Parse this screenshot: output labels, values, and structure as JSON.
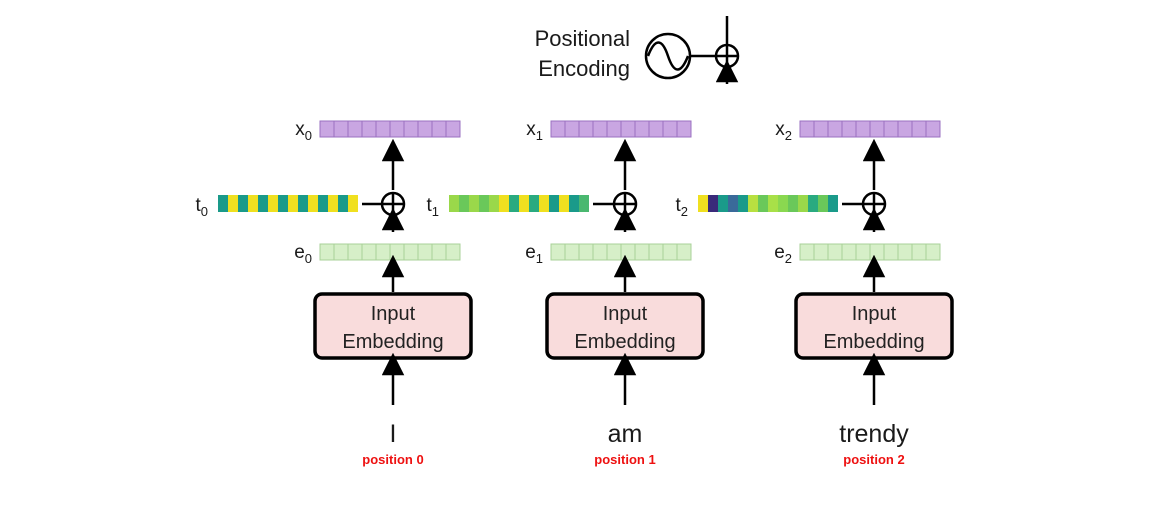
{
  "legend": {
    "line1": "Positional",
    "line2": "Encoding"
  },
  "columns": [
    {
      "x_label": "x",
      "x_sub": "0",
      "t_label": "t",
      "t_sub": "0",
      "e_label": "e",
      "e_sub": "0",
      "block_line1": "Input",
      "block_line2": "Embedding",
      "word": "I",
      "position": "position 0",
      "t_colors": [
        "#1a9a8a",
        "#f0e020",
        "#1a9a8a",
        "#f0e020",
        "#1a9a8a",
        "#f0e020",
        "#1a9a8a",
        "#f0e020",
        "#1a9a8a",
        "#f0e020",
        "#1a9a8a",
        "#f0e020",
        "#1a9a8a",
        "#f0e020"
      ]
    },
    {
      "x_label": "x",
      "x_sub": "1",
      "t_label": "t",
      "t_sub": "1",
      "e_label": "e",
      "e_sub": "1",
      "block_line1": "Input",
      "block_line2": "Embedding",
      "word": "am",
      "position": "position 1",
      "t_colors": [
        "#9ad84a",
        "#6ac85a",
        "#9ad84a",
        "#6ac85a",
        "#9ad84a",
        "#f0e020",
        "#2aaa80",
        "#f0e020",
        "#2aaa80",
        "#f0e020",
        "#1a9a8a",
        "#f0e020",
        "#1a9a8a",
        "#4ab870"
      ]
    },
    {
      "x_label": "x",
      "x_sub": "2",
      "t_label": "t",
      "t_sub": "2",
      "e_label": "e",
      "e_sub": "2",
      "block_line1": "Input",
      "block_line2": "Embedding",
      "word": "trendy",
      "position": "position 2",
      "t_colors": [
        "#f0e020",
        "#3a2a7a",
        "#1a9a8a",
        "#3a6a9a",
        "#1a9a8a",
        "#b8e040",
        "#6ac85a",
        "#a8e048",
        "#8ad850",
        "#6ac85a",
        "#9ad84a",
        "#2aaa80",
        "#6ac85a",
        "#1a9a8a"
      ]
    }
  ],
  "colors": {
    "x_fill": "#c9a6e2",
    "x_stroke": "#9a70c0",
    "e_fill": "#d6efc8",
    "e_stroke": "#a8d098",
    "block_fill": "#f9dcdc",
    "position_red": "#ee1111"
  },
  "icons": {
    "wave": "sine-wave-icon",
    "plus": "circled-plus-icon",
    "arrow": "arrow-up-icon"
  }
}
